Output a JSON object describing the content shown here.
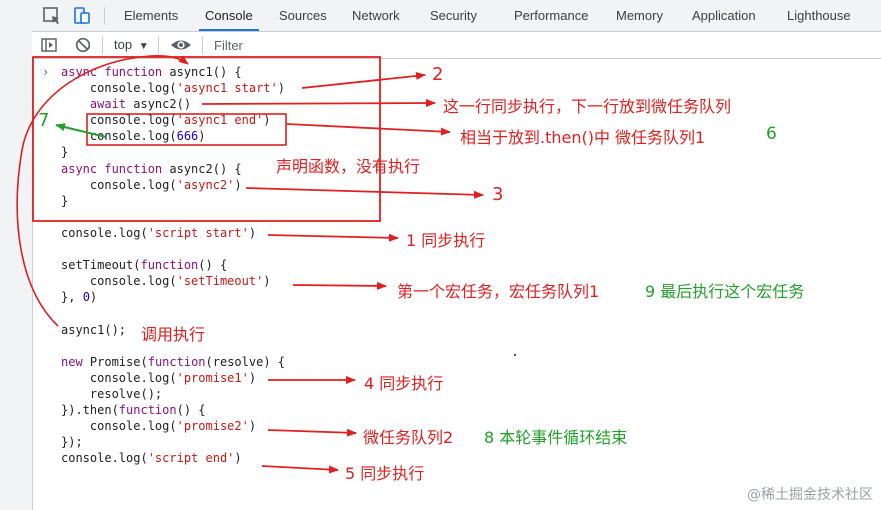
{
  "tabs": [
    "Elements",
    "Console",
    "Sources",
    "Network",
    "Security",
    "Performance",
    "Memory",
    "Application",
    "Lighthouse"
  ],
  "active_tab": "Console",
  "toolbar": {
    "context": "top",
    "context_caret": "▼",
    "filter_placeholder": "Filter"
  },
  "prompt": "›",
  "code": {
    "l1a": "async",
    "l1b": " ",
    "l1c": "function",
    "l1d": " async1() {",
    "l2a": "    console.log(",
    "l2b": "'async1 start'",
    "l2c": ")",
    "l3a": "    ",
    "l3b": "await",
    "l3c": " async2()",
    "l4a": "    console.log(",
    "l4b": "'async1 end'",
    "l4c": ")",
    "l5a": "    console.log(",
    "l5b": "666",
    "l5c": ")",
    "l6": "}",
    "l7a": "async",
    "l7b": " ",
    "l7c": "function",
    "l7d": " async2() {",
    "l8a": "    console.log(",
    "l8b": "'async2'",
    "l8c": ")",
    "l9": "}",
    "l11a": "console.log(",
    "l11b": "'script start'",
    "l11c": ")",
    "l13a": "setTimeout(",
    "l13b": "function",
    "l13c": "() {",
    "l14a": "    console.log(",
    "l14b": "'setTimeout'",
    "l14c": ")",
    "l15a": "}, ",
    "l15b": "0",
    "l15c": ")",
    "l17": "async1();",
    "l19a": "new",
    "l19b": " Promise(",
    "l19c": "function",
    "l19d": "(resolve) {",
    "l20a": "    console.log(",
    "l20b": "'promise1'",
    "l20c": ")",
    "l21": "    resolve();",
    "l22a": "}).then(",
    "l22b": "function",
    "l22c": "() {",
    "l23a": "    console.log(",
    "l23b": "'promise2'",
    "l23c": ")",
    "l24": "});",
    "l25a": "console.log(",
    "l25b": "'script end'",
    "l25c": ")"
  },
  "annotations": {
    "n2": "2",
    "sync_next_micro": "这一行同步执行，下一行放到微任务队列",
    "then_micro1": "相当于放到.then()中  微任务队列1",
    "n6": "6",
    "n7": "7",
    "declare_not_run": "声明函数，没有执行",
    "n3": "3",
    "n1_sync": "1  同步执行",
    "macro1": "第一个宏任务，宏任务队列1",
    "n9_last": "9  最后执行这个宏任务",
    "call_exec": "调用执行",
    "n4_sync": "4   同步执行",
    "micro2": "微任务队列2",
    "n8_end": "8  本轮事件循环结束",
    "n5_sync": "5  同步执行"
  },
  "watermark": "@稀土掘金技术社区",
  "colors": {
    "annotation_red": "#e02020",
    "annotation_green": "#22a02a",
    "keyword": "#881280",
    "string": "#c41a16",
    "number": "#1c00cf",
    "active_tab_underline": "#1a73e8"
  }
}
